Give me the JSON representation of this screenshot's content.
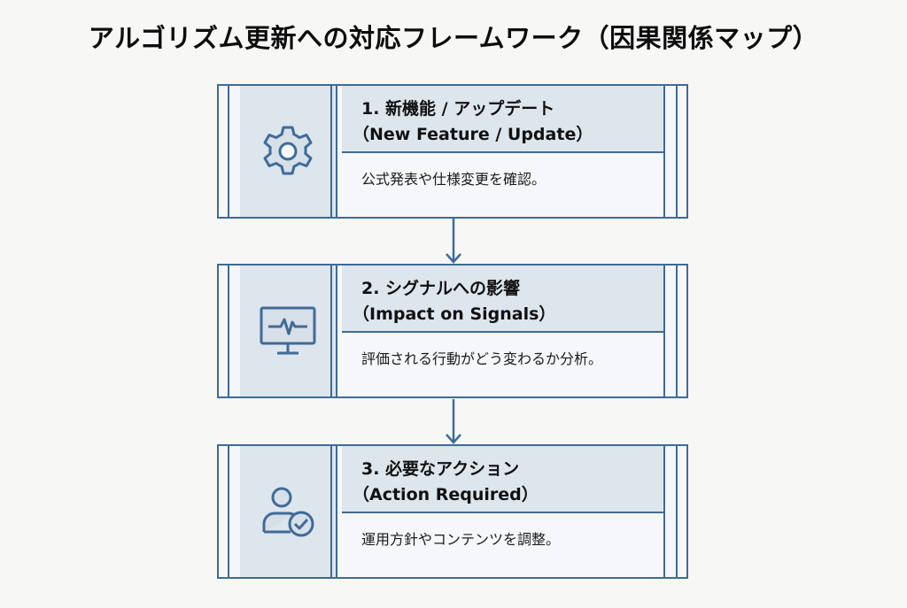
{
  "title": "アルゴリズム更新への対応フレームワーク（因果関係マップ）",
  "steps": [
    {
      "heading": "1. 新機能 / アップデート",
      "subheading": "（New Feature / Update）",
      "description": "公式発表や仕様変更を確認。",
      "icon": "gear-icon"
    },
    {
      "heading": "2. シグナルへの影響",
      "subheading": "（Impact on Signals）",
      "description": "評価される行動がどう変わるか分析。",
      "icon": "monitor-pulse-icon"
    },
    {
      "heading": "3. 必要なアクション",
      "subheading": "（Action Required）",
      "description": "運用方針やコンテンツを調整。",
      "icon": "user-check-icon"
    }
  ],
  "colors": {
    "border": "#3f6b97",
    "panel": "#dde5ed",
    "background": "#f7f7f5"
  }
}
